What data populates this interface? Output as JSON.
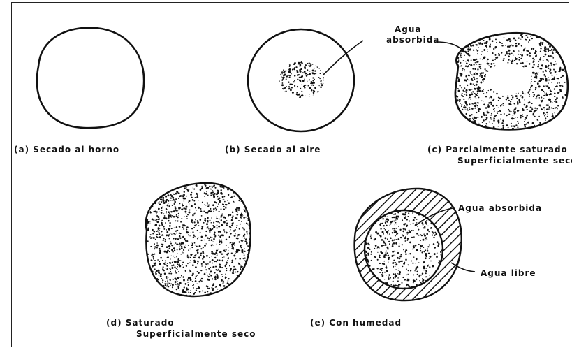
{
  "diagram": {
    "a": {
      "caption": "(a) Secado al horno"
    },
    "b": {
      "caption": "(b) Secado al aire",
      "callout": [
        "Agua",
        "absorbida"
      ]
    },
    "c": {
      "caption_line1": "(c) Parcialmente saturado",
      "caption_line2": "Superficialmente seco"
    },
    "d": {
      "caption_line1": "(d) Saturado",
      "caption_line2": "Superficialmente seco"
    },
    "e": {
      "caption": "(e) Con humedad",
      "callout_inner": "Agua absorbida",
      "callout_outer": "Agua libre"
    }
  }
}
